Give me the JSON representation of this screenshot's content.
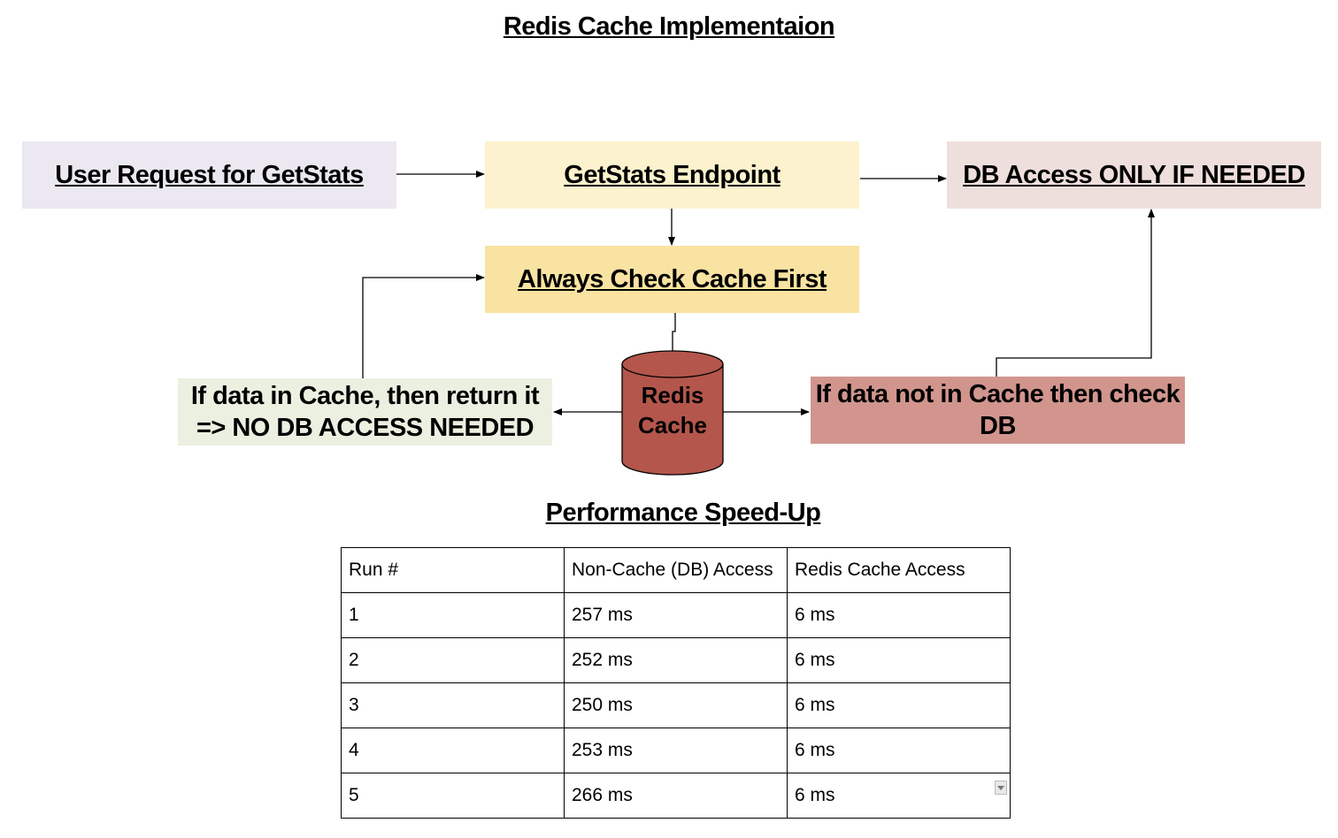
{
  "title": "Redis Cache Implementaion",
  "nodes": {
    "user_request": "User Request for GetStats",
    "endpoint": "GetStats Endpoint",
    "db_access": "DB Access ONLY IF NEEDED",
    "check_cache": "Always Check Cache First",
    "redis_line1": "Redis",
    "redis_line2": "Cache",
    "cache_hit_line1": "If data in Cache, then return it",
    "cache_hit_line2": "=> NO DB ACCESS NEEDED",
    "cache_miss_line1": "If data not in Cache then check",
    "cache_miss_line2": "DB"
  },
  "colors": {
    "user_request": "#ebe8f1",
    "endpoint": "#fcf2cd",
    "db_access": "#efdfdc",
    "check_cache": "#f9e3a2",
    "cache_hit": "#ebf0e1",
    "cache_miss": "#d1958e",
    "redis_cylinder": "#b4564c"
  },
  "table": {
    "title": "Performance Speed-Up",
    "headers": [
      "Run #",
      "Non-Cache (DB) Access",
      "Redis Cache Access"
    ],
    "rows": [
      [
        "1",
        "257 ms",
        "6 ms"
      ],
      [
        "2",
        "252 ms",
        "6 ms"
      ],
      [
        "3",
        "250 ms",
        "6 ms"
      ],
      [
        "4",
        "253 ms",
        "6 ms"
      ],
      [
        "5",
        "266 ms",
        "6 ms"
      ]
    ]
  }
}
